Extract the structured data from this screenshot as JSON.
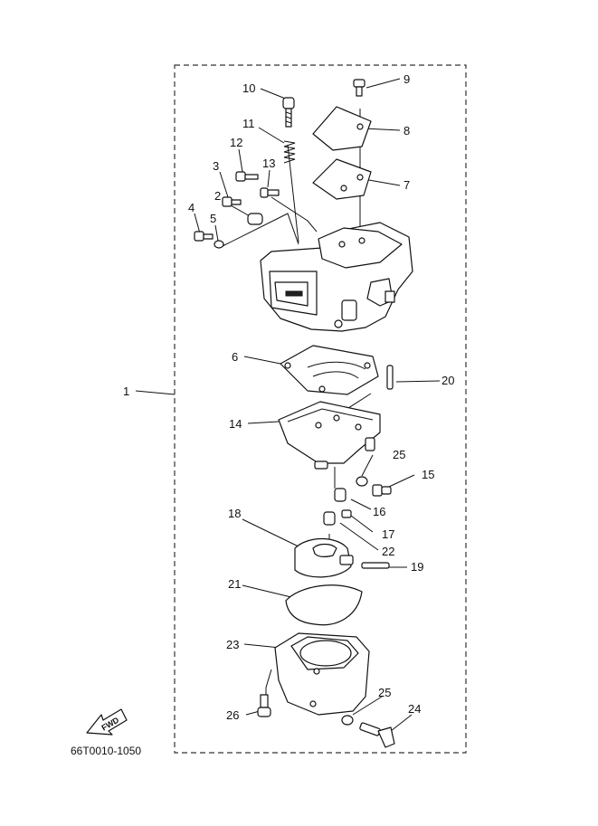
{
  "diagram": {
    "drawing_code": "66T0010-1050",
    "fwd_label": "FWD",
    "callouts": [
      "1",
      "2",
      "3",
      "4",
      "5",
      "6",
      "7",
      "8",
      "9",
      "10",
      "11",
      "12",
      "13",
      "14",
      "15",
      "16",
      "17",
      "18",
      "19",
      "20",
      "21",
      "22",
      "23",
      "24",
      "25",
      "25",
      "26"
    ]
  }
}
